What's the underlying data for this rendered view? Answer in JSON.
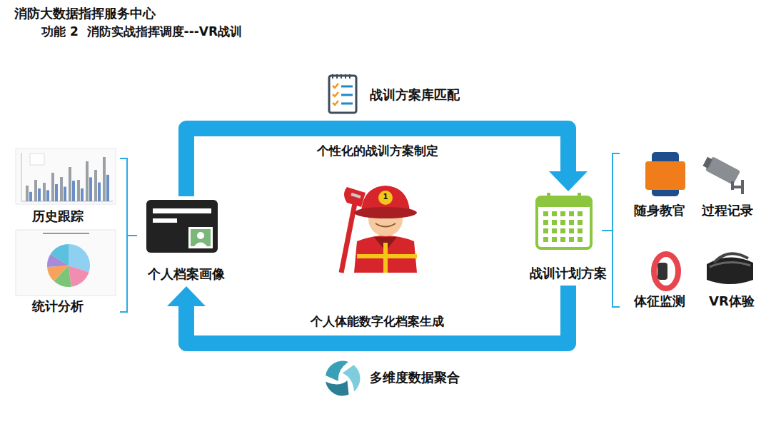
{
  "diagram": {
    "title": "消防大数据指挥服务中心",
    "nodes": [
      {
        "text": [
          "个人档案画像"
        ]
      },
      {
        "text": [
          "战训计划方案"
        ]
      }
    ],
    "edges": [
      {
        "from": 0,
        "to": 1,
        "arrow": "to",
        "label": "个性化的战训方案制定"
      },
      {
        "from": 1,
        "to": 0,
        "arrow": "to",
        "label": "个人体能数字化档案生成"
      }
    ],
    "labels": [
      "功能 2  消防实战指挥调度---VR战训",
      "战训方案库匹配",
      "多维度数据聚合",
      "历史跟踪",
      "统计分析",
      "随身教官",
      "过程记录",
      "体征监测",
      "VR体验",
      "1"
    ]
  }
}
